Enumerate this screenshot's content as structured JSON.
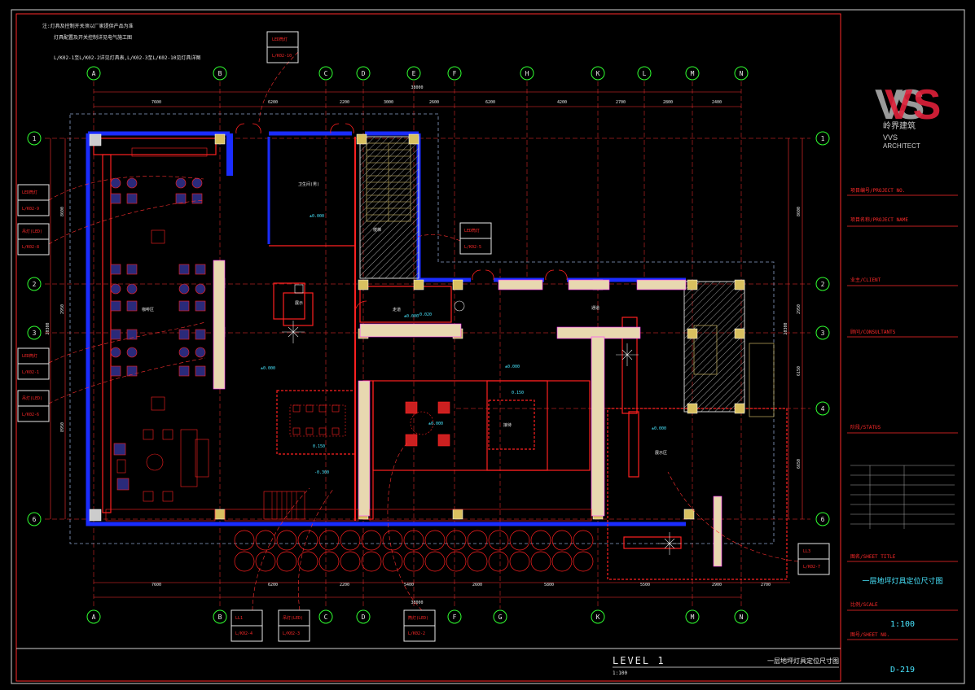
{
  "notes": {
    "line1": "注:灯具及控制开关须以厂家提供产品为准",
    "line2": "灯具配置及开关控制详见电气施工图",
    "line3": "L/K02-1至L/K02-2详见灯具表,L/K02-3至L/K02-10见灯具详图"
  },
  "grid_columns": [
    "A",
    "B",
    "C",
    "D",
    "E",
    "F",
    "G",
    "H",
    "K",
    "L",
    "M",
    "N"
  ],
  "grid_rows": [
    "1",
    "2",
    "3",
    "4",
    "6"
  ],
  "top_overall_dim": "38000",
  "bottom_overall_dim": "38000",
  "top_dims": [
    "7600",
    "6200",
    "2200",
    "3000",
    "2600",
    "6200",
    "4200",
    "2700",
    "2800",
    "2400"
  ],
  "bottom_dims": [
    "7600",
    "6200",
    "2200",
    "5400",
    "2600",
    "5800",
    "5500",
    "2900",
    "2700"
  ],
  "left_dims": [
    "8600",
    "2950",
    "8950"
  ],
  "left_overall_dim": "20300",
  "right_dims": [
    "8600",
    "2950",
    "6150",
    "6650"
  ],
  "right_overall_dim": "20300",
  "callouts": {
    "top": {
      "code": "LED筒灯",
      "ref": "L/K02-10"
    },
    "left1": {
      "code": "LED筒灯",
      "ref": "L/K02-9"
    },
    "left2": {
      "code": "吊灯(LED)",
      "ref": "L/K02-8"
    },
    "left3": {
      "code": "LED筒灯",
      "ref": "L/K02-1"
    },
    "left4": {
      "code": "吊灯(LED)",
      "ref": "L/K02-6"
    },
    "mid": {
      "code": "LED筒灯",
      "ref": "L/K02-5"
    },
    "right": {
      "code": "LL3",
      "ref": "L/K02-7"
    },
    "bottom1": {
      "code": "LL1",
      "ref": "L/K02-4"
    },
    "bottom2": {
      "code": "吊灯(LED)",
      "ref": "L/K02-3"
    },
    "bottom3": {
      "code": "筒灯(LED)",
      "ref": "L/K02-2"
    }
  },
  "room_labels": {
    "a": "卫生间(男)",
    "b": "楼梯",
    "c": "咖啡区",
    "d": "走道",
    "e": "展示",
    "f": "通道",
    "g": "接待",
    "h": "展示区"
  },
  "levels": {
    "l1": "±0.000",
    "l2": "±0.000",
    "l3": "±0.000",
    "l4": "-0.020",
    "l5": "±0.000",
    "l6": "±0.000",
    "l7": "±0.000",
    "l8": "0.150",
    "l9": "0.150",
    "l10": "-0.300"
  },
  "sheet_title": {
    "main": "LEVEL 1",
    "sub": "一层地坪灯具定位尺寸图",
    "scale": "1:100"
  },
  "title_block": {
    "logo_letters": "VS",
    "logo_cn": "岭界建筑",
    "logo_en1": "VVS",
    "logo_en2": "ARCHITECT",
    "project_no": "项目编号/PROJECT NO.",
    "project_name": "项目名称/PROJECT NAME",
    "client": "业主/CLIENT",
    "consultants": "顾问/CONSULTANTS",
    "status": "阶段/STATUS",
    "sheet_title_label": "图名/SHEET TITLE",
    "sheet_title_value": "一层地坪灯具定位尺寸图",
    "scale_label": "比例/SCALE",
    "scale_value": "1:100",
    "sheet_no_label": "图号/SHEET NO.",
    "sheet_no_value": "D-219"
  },
  "colors": {
    "background": "#000000",
    "wall": "#1a2cff",
    "structure": "#ff2020",
    "grid": "#30ff30",
    "callout": "#ff3030",
    "accent_cyan": "#3ad8ff",
    "logo_red": "#e0213a",
    "logo_gray": "#9a9a9a"
  }
}
